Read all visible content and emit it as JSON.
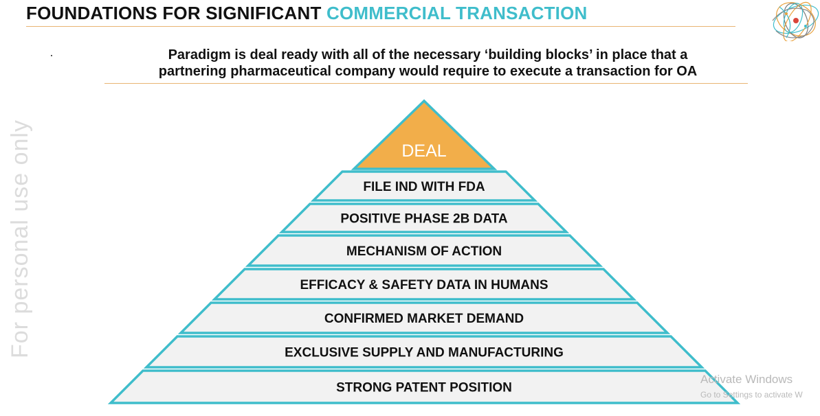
{
  "header": {
    "title_main": "FOUNDATIONS FOR SIGNIFICANT",
    "title_accent": "COMMERCIAL TRANSACTION",
    "subtitle_line1": "Paradigm is deal ready with all of the necessary ‘building blocks’ in place that a",
    "subtitle_line2": "partnering pharmaceutical company would require to execute a transaction for OA"
  },
  "watermark": "For personal use only",
  "pyramid": {
    "apex_label": "DEAL",
    "levels": [
      "FILE IND WITH FDA",
      "POSITIVE PHASE 2B DATA",
      "MECHANISM OF ACTION",
      "EFFICACY & SAFETY DATA IN HUMANS",
      "CONFIRMED MARKET DEMAND",
      "EXCLUSIVE SUPPLY AND MANUFACTURING",
      "STRONG PATENT POSITION"
    ]
  },
  "colors": {
    "accent_teal": "#3fbdcb",
    "apex_fill": "#f2ae4a",
    "level_fill": "#f2f2f2",
    "rule": "#e8b472",
    "text": "#111111"
  },
  "icons": {
    "logo": "molecule-network-logo"
  },
  "system_overlay": {
    "line1": "Activate Windows",
    "line2": "Go to Settings to activate W"
  }
}
